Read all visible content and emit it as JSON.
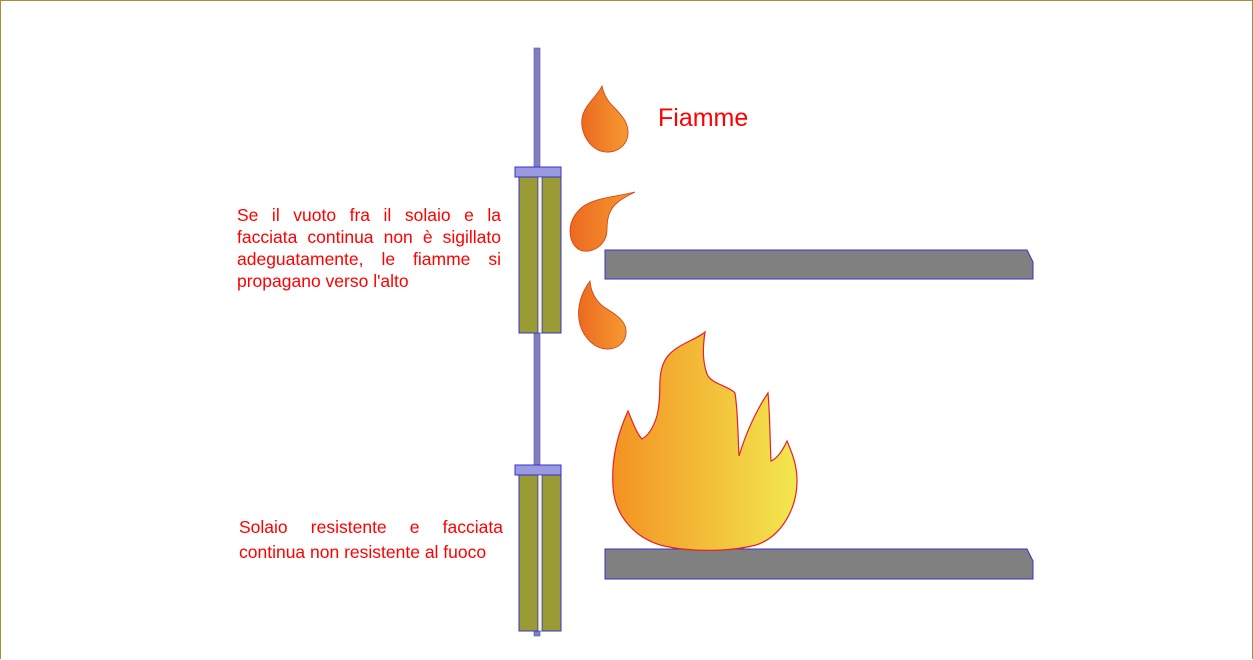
{
  "labels": {
    "flames": "Fiamme",
    "note": "Se il vuoto fra il solaio e la facciata continua non è sigillato adeguatamente, le fiamme si propagano verso l'alto",
    "caption": "Solaio resistente e facciata continua non resistente al fuoco"
  },
  "colors": {
    "text": "#ff0000",
    "mullion": "#7f7fbf",
    "panel": "#9b9b35",
    "slab": "#808080",
    "outline": "#3333cc",
    "flame_small": "#f07822",
    "fire_gradient": [
      "#f39223",
      "#f2e84f"
    ]
  }
}
